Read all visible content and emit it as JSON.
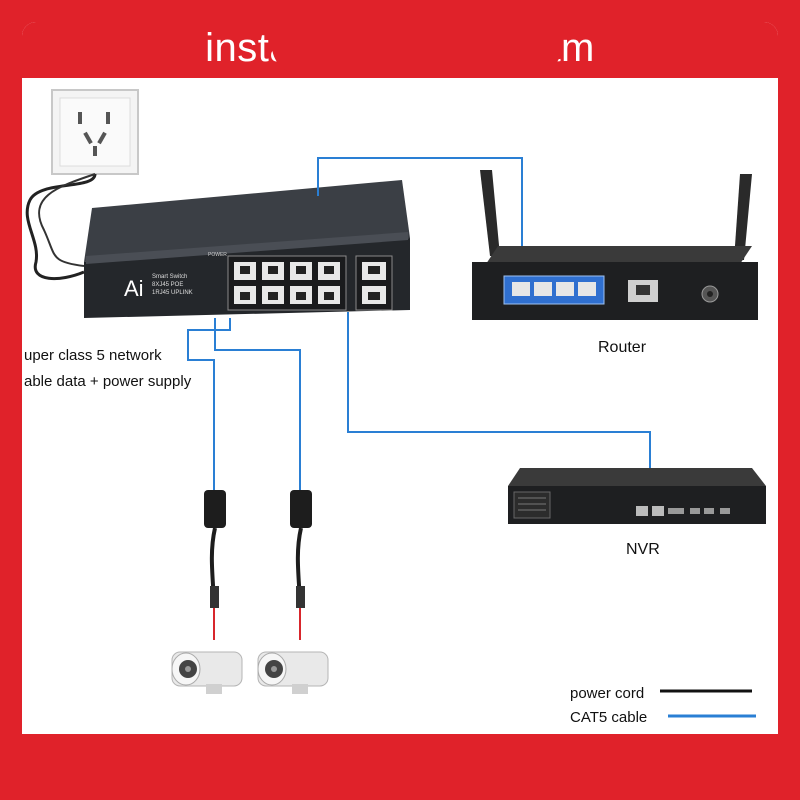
{
  "title": "insta                    ram",
  "switch": {
    "brand": "Ai",
    "caption_line1": "Smart Switch",
    "caption_line2": "8XJ45 POE",
    "caption_line3": "1RJ45 UPLINK",
    "power_label": "POWER"
  },
  "cable_note": {
    "line1": "uper class 5 network",
    "line2": "able data + power supply"
  },
  "router_label": "Router",
  "nvr_label": "NVR",
  "legend": {
    "power_cord": "power cord",
    "cat5": "CAT5 cable"
  },
  "colors": {
    "frame": "#e0222a",
    "cat5_line": "#2a7fd4",
    "power_line": "#111111"
  },
  "icons": [
    "wall-outlet-icon",
    "poe-switch-icon",
    "router-icon",
    "nvr-icon",
    "poe-splitter-icon",
    "bullet-camera-icon"
  ]
}
